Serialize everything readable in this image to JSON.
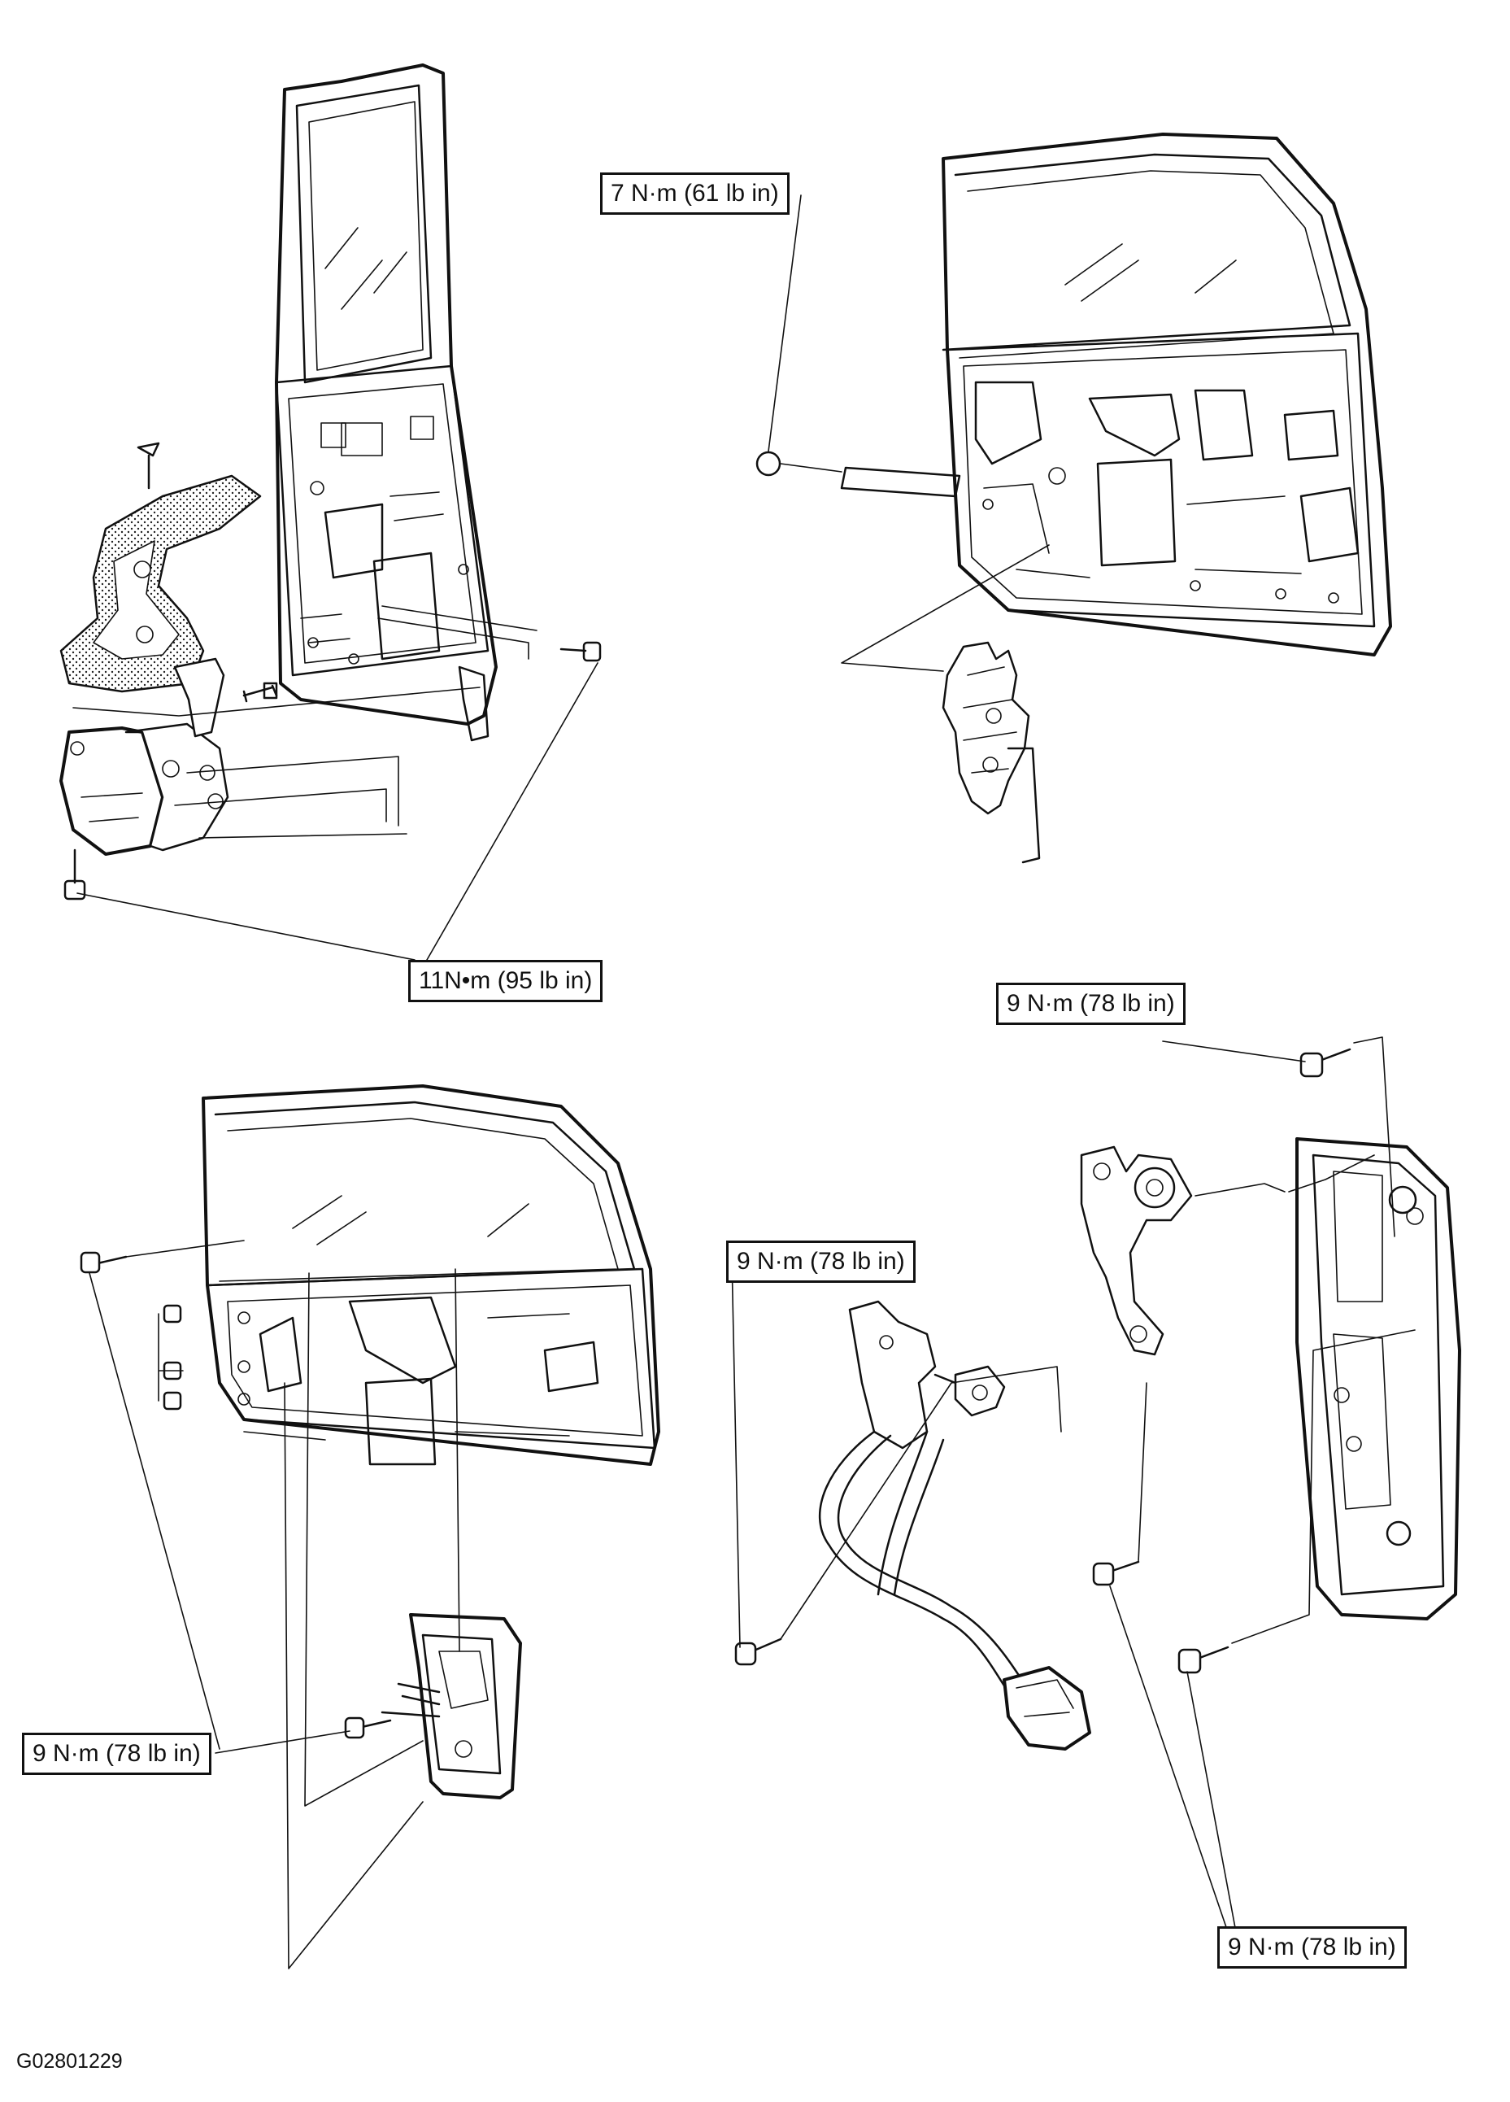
{
  "diagram": {
    "callouts": {
      "latch_top_right": "7 N·m (61 lb in)",
      "rear_latch": "11N•m (95 lb in)",
      "handle_bracket_top": "9 N·m (78 lb in)",
      "switch_bolt": "9 N·m (78 lb in)",
      "inner_handle_left": "9 N·m (78 lb in)",
      "handle_bottom_right": "9 N·m (78 lb in)"
    },
    "figure_code": "G02801229"
  }
}
